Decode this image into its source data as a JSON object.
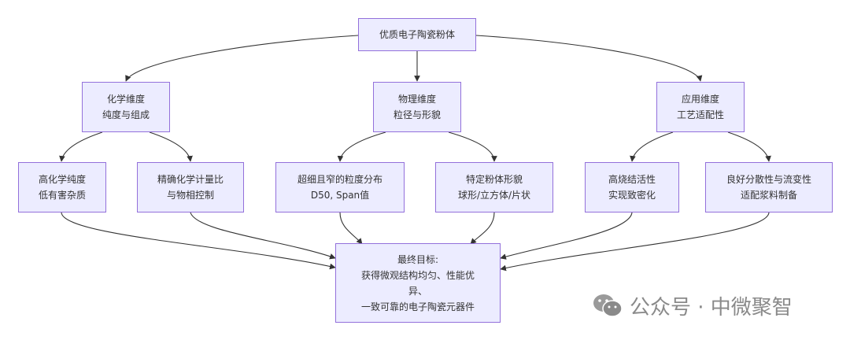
{
  "nodes": {
    "root": {
      "line1": "优质电子陶瓷粉体"
    },
    "chem": {
      "line1": "化学维度",
      "line2": "纯度与组成"
    },
    "phys": {
      "line1": "物理维度",
      "line2": "粒径与形貌"
    },
    "app": {
      "line1": "应用维度",
      "line2": "工艺适配性"
    },
    "purity": {
      "line1": "高化学纯度",
      "line2": "低有害杂质"
    },
    "stoich": {
      "line1": "精确化学计量比",
      "line2": "与物相控制"
    },
    "psd": {
      "line1": "超细且窄的粒度分布",
      "line2": "D50, Span值"
    },
    "morph": {
      "line1": "特定粉体形貌",
      "line2": "球形/立方体/片状"
    },
    "sinter": {
      "line1": "高烧结活性",
      "line2": "实现致密化"
    },
    "disp": {
      "line1": "良好分散性与流变性",
      "line2": "适配浆料制备"
    },
    "goal": {
      "line1": "最终目标:",
      "line2": "获得微观结构均匀、性能优",
      "line3": "异、",
      "line4": "一致可靠的电子陶瓷元器件"
    }
  },
  "watermark": {
    "text": "公众号 · 中微聚智",
    "icon": "wechat-icon"
  },
  "colors": {
    "node_fill": "#ececff",
    "node_border": "#9370db",
    "edge": "#333333",
    "watermark": "#8a8a8a"
  }
}
